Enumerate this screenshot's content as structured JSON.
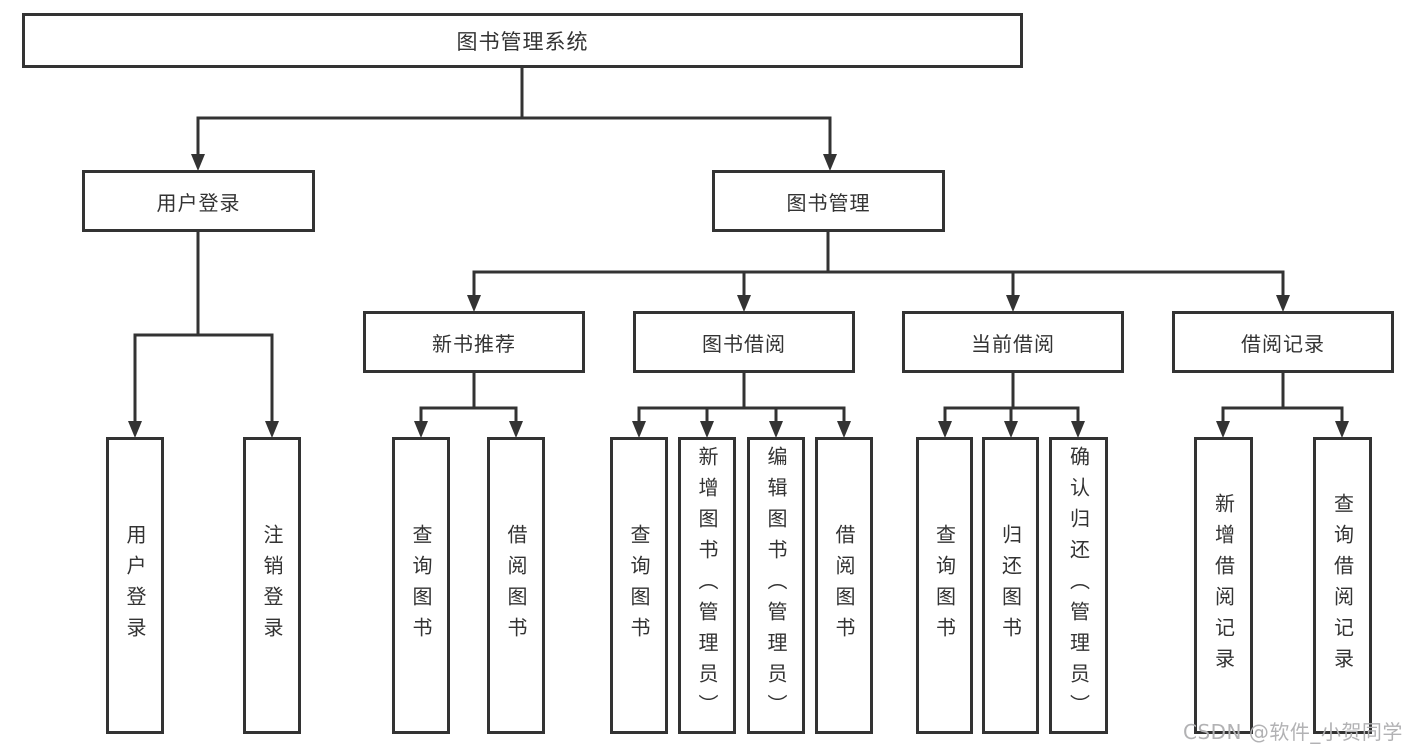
{
  "diagram": {
    "title": "图书管理系统",
    "watermark": "CSDN @软件_小贺同学",
    "colors": {
      "line": "#333333",
      "border": "#333333",
      "text": "#333333",
      "background": "#ffffff",
      "watermark": "#b2b2b4"
    },
    "nodes": {
      "root": {
        "label": "图书管理系统"
      },
      "user_login": {
        "label": "用户登录"
      },
      "book_management": {
        "label": "图书管理"
      },
      "new_book_recommend": {
        "label": "新书推荐"
      },
      "book_borrowing": {
        "label": "图书借阅"
      },
      "current_borrowing": {
        "label": "当前借阅"
      },
      "borrowing_records": {
        "label": "借阅记录"
      },
      "leaf_user_login": {
        "label": "用户登录"
      },
      "leaf_logout": {
        "label": "注销登录"
      },
      "recommend_query_books": {
        "label": "查询图书"
      },
      "recommend_borrow_books": {
        "label": "借阅图书"
      },
      "borrowing_query_books": {
        "label": "查询图书"
      },
      "borrowing_add_books": {
        "label": "新增图书（管理员）"
      },
      "borrowing_edit_books": {
        "label": "编辑图书（管理员）"
      },
      "borrowing_borrow_books": {
        "label": "借阅图书"
      },
      "current_query_books": {
        "label": "查询图书"
      },
      "current_return_books": {
        "label": "归还图书"
      },
      "current_confirm_return": {
        "label": "确认归还（管理员）"
      },
      "records_add_record": {
        "label": "新增借阅记录"
      },
      "records_query_record": {
        "label": "查询借阅记录"
      }
    }
  }
}
